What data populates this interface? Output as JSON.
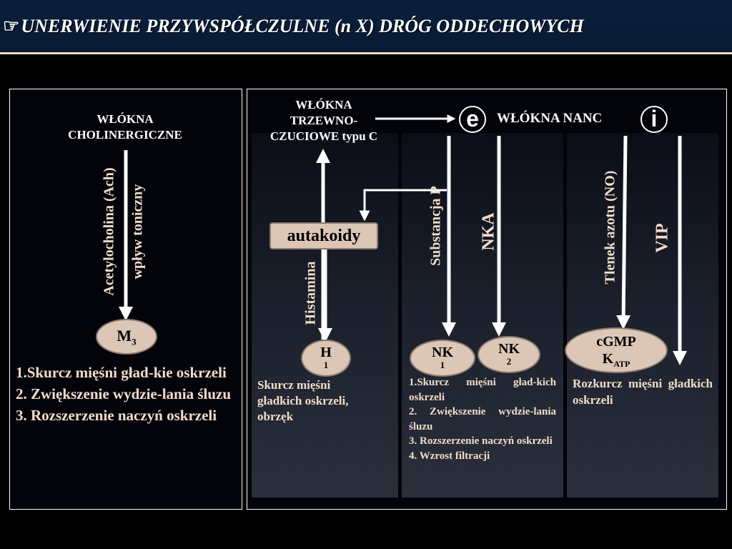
{
  "title": "UNERWIENIE PRZYWSPÓŁCZULNE (n X) DRÓG ODDECHOWYCH",
  "title_icon": "hand-pointer-icon",
  "left": {
    "fibers": [
      "WŁÓKNA",
      "CHOLINERGICZNE"
    ],
    "arrow_labels": [
      "Acetylocholina (Ach)",
      "wpływ toniczny"
    ],
    "receptor": "M",
    "receptor_sub": "3",
    "effects": [
      "1.Skurcz mięśni gład-kie oskrzeli",
      "2. Zwiększenie wydzie-lania śluzu",
      "3. Rozszerzenie naczyń oskrzeli"
    ]
  },
  "right": {
    "sensory_fibers": [
      "WŁÓKNA",
      "TRZEWNO-",
      "CZUCIOWE typu C"
    ],
    "e_icon": "e",
    "nanc_label": "WŁÓKNA NANC",
    "i_icon": "i",
    "autakoidy": "autakoidy",
    "mediators": [
      "Histamina",
      "Substancja P",
      "NKA",
      "Tlenek azotu (NO)",
      "VIP"
    ],
    "receptors": {
      "h": {
        "main": "H",
        "sub": "1"
      },
      "nk1": {
        "main": "NK",
        "sub": "1"
      },
      "nk2": {
        "main": "NK",
        "sub": "2"
      },
      "cgmp": {
        "main": "cGMP",
        "k": "K",
        "k_sub": "ATP"
      }
    },
    "effects": {
      "h1": [
        "Skurcz mięśni",
        "gładkich oskrzeli,",
        "obrzęk"
      ],
      "nk": [
        "1.Skurcz mięśni gład-kich oskrzeli",
        "2. Zwiększenie wydzie-lania śluzu",
        "3. Rozszerzenie naczyń oskrzeli",
        "4. Wzrost filtracji"
      ],
      "nanc": [
        "Rozkurcz mięśni gładkich oskrzeli"
      ]
    }
  },
  "colors": {
    "arrow": "#ffffff",
    "ellipse": "#dcc6b5",
    "text_warm": "#f2dcc8",
    "header": "#0a1f3d"
  }
}
